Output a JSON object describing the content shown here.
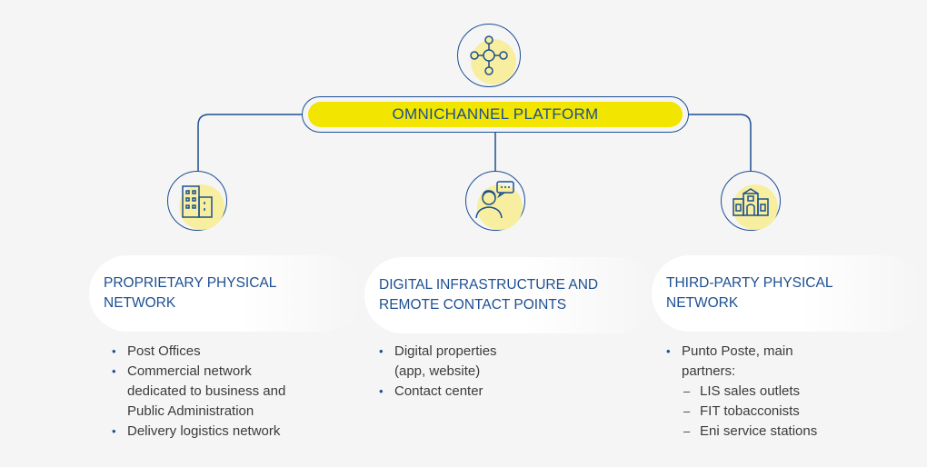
{
  "platform": {
    "label": "OMNICHANNEL PLATFORM"
  },
  "icons": {
    "top": "network-icon",
    "left": "office-buildings-icon",
    "center": "person-chat-icon",
    "right": "post-office-building-icon"
  },
  "columns": [
    {
      "title_line1": "PROPRIETARY PHYSICAL",
      "title_line2": "NETWORK",
      "bullets": [
        {
          "lines": [
            "Post Offices"
          ]
        },
        {
          "lines": [
            "Commercial network",
            "dedicated to business and",
            "Public Administration"
          ]
        },
        {
          "lines": [
            "Delivery logistics network"
          ]
        }
      ]
    },
    {
      "title_line1": "DIGITAL INFRASTRUCTURE AND",
      "title_line2": "REMOTE CONTACT POINTS",
      "bullets": [
        {
          "lines": [
            "Digital properties",
            "(app, website)"
          ]
        },
        {
          "lines": [
            "Contact center"
          ]
        }
      ]
    },
    {
      "title_line1": "THIRD-PARTY PHYSICAL",
      "title_line2": "NETWORK",
      "bullets": [
        {
          "lines": [
            "Punto Poste, main",
            "partners:"
          ]
        }
      ],
      "sub_bullets": [
        "LIS sales outlets",
        "FIT tobacconists",
        "Eni service stations"
      ]
    }
  ],
  "colors": {
    "navy": "#1d4f91",
    "yellow": "#f2e500",
    "pale_yellow": "#f7ef9f",
    "text": "#3b3b3b"
  },
  "bullet_char": "•",
  "dash_char": "–"
}
